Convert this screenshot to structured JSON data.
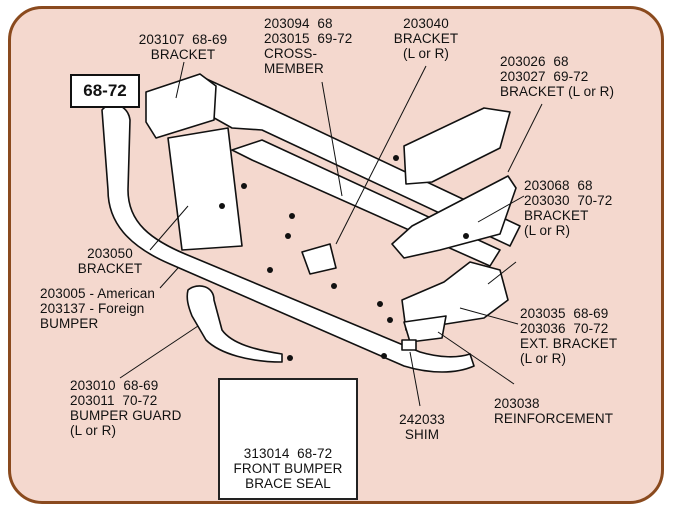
{
  "badge": "68-72",
  "labels": {
    "bracket_top": "203107  68-69\nBRACKET",
    "crossmember": "203094  68\n203015  69-72\nCROSS-\nMEMBER",
    "bracket_lr_top": "203040\nBRACKET\n(L or R)",
    "bracket_right": "203026  68\n203027  69-72\nBRACKET (L or R)",
    "bracket_mid_right": "203068  68\n203030  70-72\nBRACKET\n(L or R)",
    "bracket_left": "203050\nBRACKET",
    "bumper": "203005 - American\n203137 - Foreign\nBUMPER",
    "ext_bracket": "203035  68-69\n203036  70-72\nEXT. BRACKET\n(L or R)",
    "bumper_guard": "203010  68-69\n203011  70-72\nBUMPER GUARD\n(L or R)",
    "reinforcement": "203038\nREINFORCEMENT",
    "shim": "242033\nSHIM",
    "brace_seal": "313014  68-72\nFRONT BUMPER\nBRACE SEAL"
  }
}
